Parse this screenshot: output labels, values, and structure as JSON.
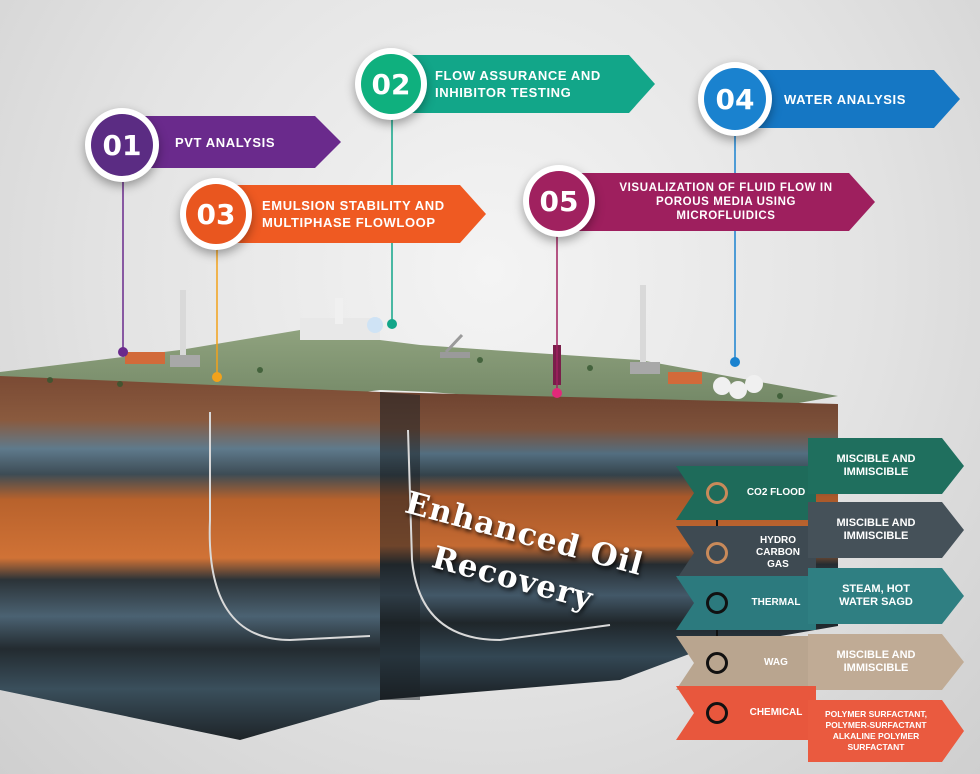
{
  "callouts": [
    {
      "number": "01",
      "label": "PVT ANALYSIS",
      "color": "#6a2a8c",
      "circle": "#5b2c83"
    },
    {
      "number": "02",
      "label": "FLOW ASSURANCE AND INHIBITOR TESTING",
      "color": "#12a689",
      "circle": "#0fb07e"
    },
    {
      "number": "03",
      "label": "Emulsion stability and multiphase flowloop",
      "color": "#ef5a22",
      "circle": "#e9561f"
    },
    {
      "number": "04",
      "label": "WATER ANALYSIS",
      "color": "#1577c4",
      "circle": "#1a82cf"
    },
    {
      "number": "05",
      "label": "Visualization of fluid flow in porous media using microfluidics",
      "color": "#9e1f5e",
      "circle": "#a0215f"
    }
  ],
  "title": {
    "line1": "Enhanced Oil",
    "line2": "Recovery"
  },
  "eor_methods": [
    {
      "method": "CO2 Flood",
      "detail": "MISCIBLE AND IMMISCIBLE",
      "color": "#1e6b5a",
      "detail_color": "#1f6f5e"
    },
    {
      "method": "HYDRO CARBON GAS",
      "detail": "MISCIBLE AND IMMISCIBLE",
      "color": "#3e4a52",
      "detail_color": "#455159"
    },
    {
      "method": "Thermal",
      "detail": "Steam, Hot water SAGD",
      "color": "#2c7a7e",
      "detail_color": "#2f7f82"
    },
    {
      "method": "WAG",
      "detail": "MISCIBLE AND IMMISCIBLE",
      "color": "#b9a58f",
      "detail_color": "#c0ab95"
    },
    {
      "method": "Chemical",
      "detail": "Polymer surfactant, Polymer-surfactant Alkaline polymer surfactant",
      "color": "#e8573d",
      "detail_color": "#ea5a3f"
    }
  ],
  "colors": {
    "surface": "#7d9070",
    "soil": "#8c5a3c",
    "orange_layer": "#c96a30",
    "dark_layer": "#2e3a3f",
    "blue_layer": "#4d6f82"
  }
}
